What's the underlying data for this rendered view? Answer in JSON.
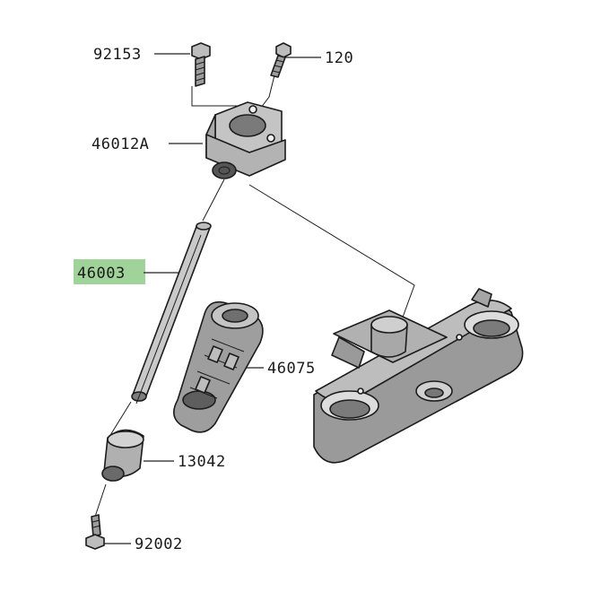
{
  "diagram": {
    "highlight_color": "#9fd39a",
    "part_fill": "#bdbdbd",
    "part_dark": "#8a8a8a",
    "callouts": [
      {
        "id": "92153",
        "label": "92153",
        "highlighted": false
      },
      {
        "id": "120",
        "label": "120",
        "highlighted": false
      },
      {
        "id": "46012A",
        "label": "46012A",
        "highlighted": false
      },
      {
        "id": "46003",
        "label": "46003",
        "highlighted": true
      },
      {
        "id": "46075",
        "label": "46075",
        "highlighted": false
      },
      {
        "id": "13042",
        "label": "13042",
        "highlighted": false
      },
      {
        "id": "92002",
        "label": "92002",
        "highlighted": false
      }
    ]
  }
}
